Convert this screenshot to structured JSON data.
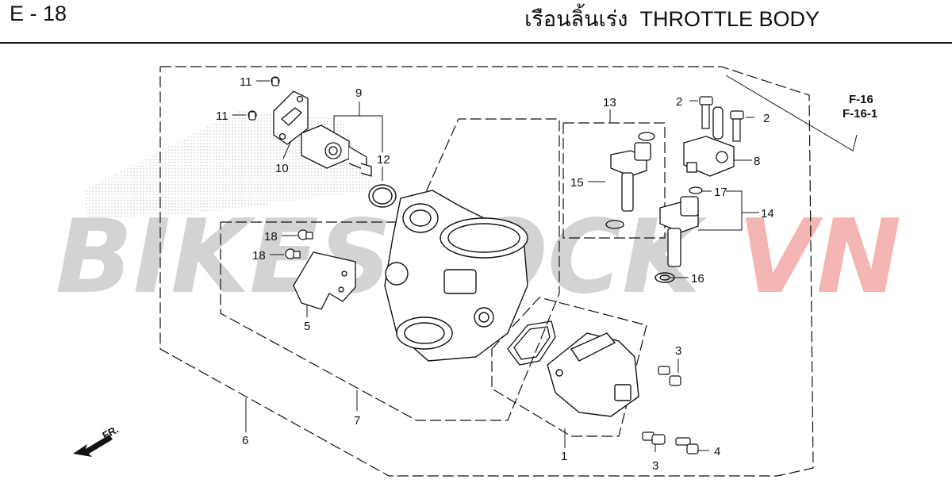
{
  "header": {
    "page_id": "E - 18",
    "title_thai": "เรือนลิ้นเร่ง",
    "title_en": "THROTTLE BODY"
  },
  "watermark": {
    "part1": "BIKESTOCK",
    "part2": "VN",
    "colors": {
      "part1": "#c9c9c9",
      "part2": "#f3a9a9"
    }
  },
  "references": [
    "F-16",
    "F-16-1"
  ],
  "direction_label": "FR.",
  "callouts": {
    "c11a": "11",
    "c11b": "11",
    "c10": "10",
    "c9": "9",
    "c12": "12",
    "c13": "13",
    "c15": "15",
    "c2a": "2",
    "c2b": "2",
    "c8": "8",
    "c17": "17",
    "c14": "14",
    "c16": "16",
    "c18a": "18",
    "c18b": "18",
    "c5": "5",
    "c3a": "3",
    "c3b": "3",
    "c4": "4",
    "c1": "1",
    "c7": "7",
    "c6": "6"
  },
  "parts": [
    {
      "number": "1",
      "icon": "throttle-position-sensor-icon"
    },
    {
      "number": "2",
      "icon": "flange-bolt-icon"
    },
    {
      "number": "3",
      "icon": "screw-icon"
    },
    {
      "number": "4",
      "icon": "screw-icon"
    },
    {
      "number": "5",
      "icon": "bracket-icon"
    },
    {
      "number": "6",
      "icon": "throttle-body-assembly-icon"
    },
    {
      "number": "7",
      "icon": "throttle-body-icon"
    },
    {
      "number": "8",
      "icon": "injector-joint-icon"
    },
    {
      "number": "9",
      "icon": "idle-air-control-valve-icon"
    },
    {
      "number": "10",
      "icon": "valve-plate-icon"
    },
    {
      "number": "11",
      "icon": "screw-icon"
    },
    {
      "number": "12",
      "icon": "o-ring-icon"
    },
    {
      "number": "13",
      "icon": "injector-set-icon"
    },
    {
      "number": "14",
      "icon": "injector-assembly-icon"
    },
    {
      "number": "15",
      "icon": "injector-icon"
    },
    {
      "number": "16",
      "icon": "seal-ring-icon"
    },
    {
      "number": "17",
      "icon": "o-ring-icon"
    },
    {
      "number": "18",
      "icon": "screw-icon"
    }
  ]
}
